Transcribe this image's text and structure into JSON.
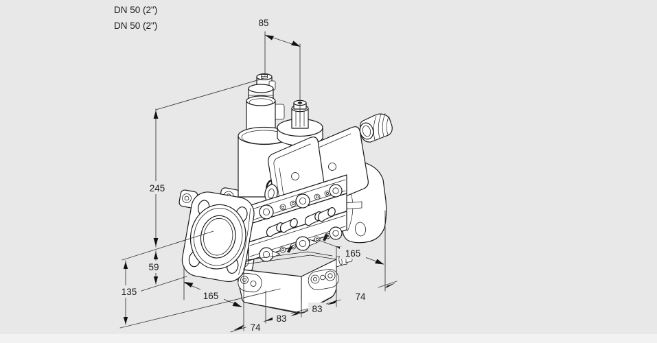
{
  "figure": {
    "description": "isometric-dimension-drawing-of-double-solenoid-gas-valve",
    "port_labels": {
      "line1": "DN 50 (2\")",
      "line2": "DN 50 (2\")"
    },
    "dimensions": {
      "stem_spacing": "85",
      "total_height": "245",
      "center_to_flange_bottom": "59",
      "center_to_bottom": "135",
      "flange_length_left": "165",
      "width_bottom_left": "74",
      "body_module_left": "83",
      "body_module_right": "83",
      "depth_right": "74",
      "flange_length_right": "165"
    },
    "colors": {
      "background": "#e8e8e8",
      "bottom_strip": "#f2f2f2",
      "line": "#1a1a1a",
      "dimension_line": "#3a3a3a",
      "text": "#1a1a1a",
      "part_fill": "#ffffff"
    }
  }
}
